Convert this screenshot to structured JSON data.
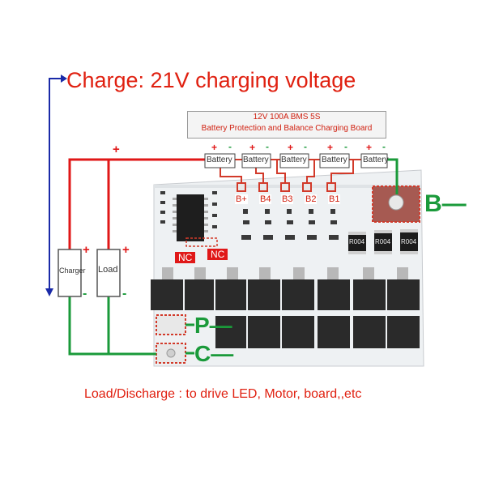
{
  "title": "Charge: 21V charging voltage",
  "spec": {
    "line1": "12V 100A BMS  5S",
    "line2": "Battery Protection and Balance Charging Board"
  },
  "footer": "Load/Discharge : to drive LED, Motor, board,,etc",
  "batteries": [
    {
      "label": "Battery",
      "plus": "+",
      "minus": "-"
    },
    {
      "label": "Battery",
      "plus": "+",
      "minus": "-"
    },
    {
      "label": "Battery",
      "plus": "+",
      "minus": "-"
    },
    {
      "label": "Battery",
      "plus": "+",
      "minus": "-"
    },
    {
      "label": "Battery",
      "plus": "+",
      "minus": "-"
    }
  ],
  "taps": [
    "B+",
    "B4",
    "B3",
    "B2",
    "B1"
  ],
  "charger": {
    "label": "Charger",
    "plus": "+",
    "minus": "-"
  },
  "load": {
    "label": "Load",
    "plus": "+",
    "minus": "-"
  },
  "rail_plus": "+",
  "terminals": {
    "b_minus": "B—",
    "p_minus": "P—",
    "c_minus": "C—"
  },
  "nc_labels": [
    "NC",
    "NC"
  ],
  "resistor_marks": [
    "R004",
    "R004",
    "R004"
  ],
  "colors": {
    "red_wire": "#e01818",
    "green_wire": "#1a9a3a",
    "blue_arrow": "#1a2aa8",
    "text_red": "#e02010",
    "board": "#eef1f3"
  }
}
